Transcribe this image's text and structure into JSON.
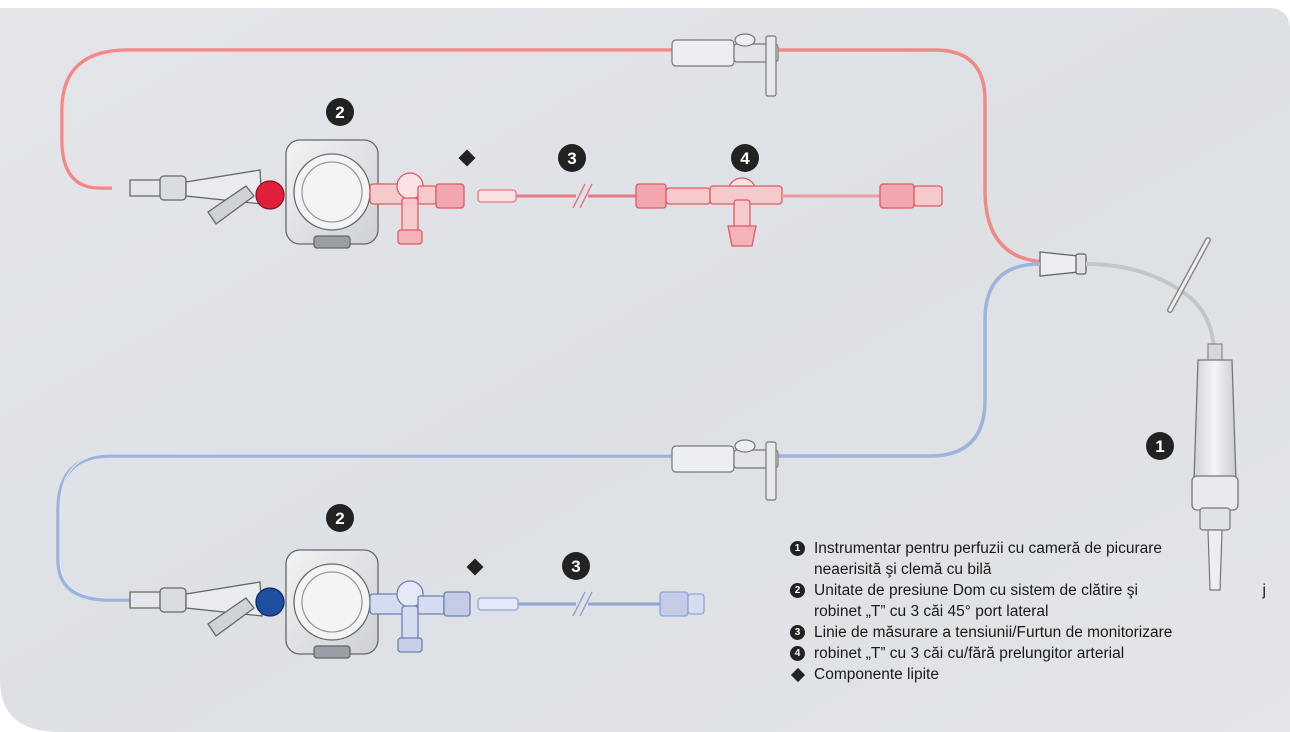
{
  "callouts": {
    "infusion_set": "1",
    "dome_unit_top": "2",
    "dome_unit_bottom": "2",
    "pressure_line_top": "3",
    "pressure_line_bottom": "3",
    "stopcock": "4"
  },
  "legend": {
    "item1": {
      "marker": "1",
      "text": "Instrumentar pentru perfuzii cu cameră de picurare\nneaerisită şi clemă cu bilă"
    },
    "item2": {
      "marker": "2",
      "text": "Unitate de presiune Dom cu sistem de clătire şi\nrobinet „T” cu 3 căi 45° port lateral",
      "stray": "j"
    },
    "item3": {
      "marker": "3",
      "text": "Linie de măsurare a tensiunii/Furtun de monitorizare"
    },
    "item4": {
      "marker": "4",
      "text": "robinet „T” cu 3 căi cu/fără prelungitor arterial"
    },
    "item5": {
      "text": "Componente lipite"
    }
  },
  "colors": {
    "background": "#dfe1e5",
    "red_tubing": "#f08a8a",
    "blue_tubing": "#9db4dc",
    "red_cap": "#e0203a",
    "blue_cap": "#1f4fa0",
    "dark": "#222222"
  }
}
